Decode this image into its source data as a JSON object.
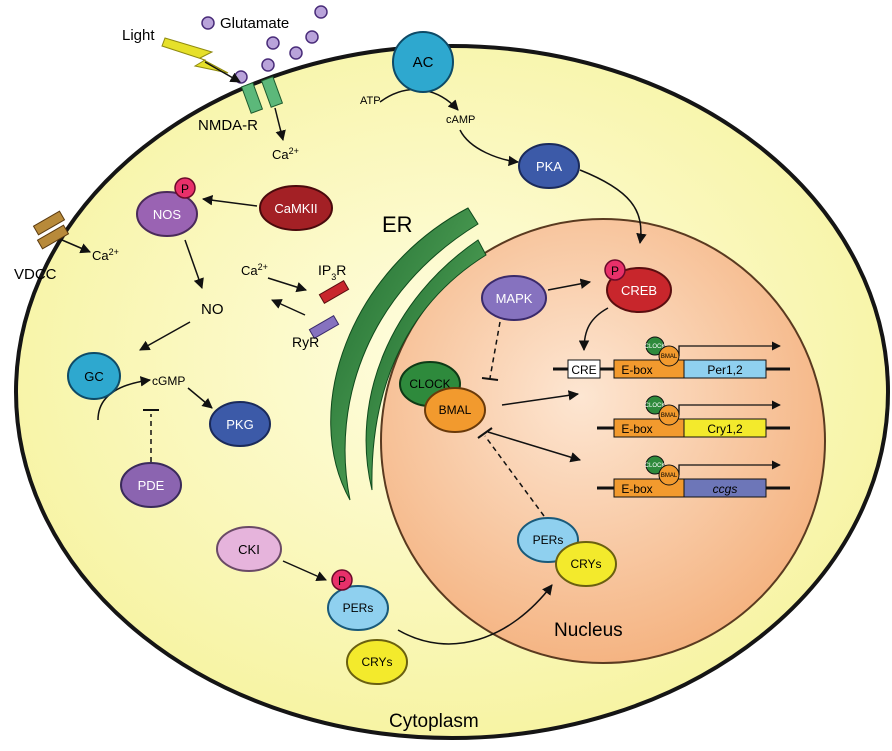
{
  "labels": {
    "light": "Light",
    "glutamate": "Glutamate",
    "nmdar": "NMDA-R",
    "ca_nmda": "Ca",
    "ca_vdcc": "Ca",
    "ca_er": "Ca",
    "ca_charge": "2+",
    "vdcc": "VDCC",
    "no": "NO",
    "cgmp": "cGMP",
    "atp": "ATP",
    "camp": "cAMP",
    "er": "ER",
    "ip3r_a": "IP",
    "ip3r_sub": "3",
    "ip3r_b": "R",
    "ryr": "RyR",
    "nucleus": "Nucleus",
    "cytoplasm": "Cytoplasm",
    "phospho": "P"
  },
  "nodes": {
    "ac": "AC",
    "pka": "PKA",
    "camkii": "CaMKII",
    "nos": "NOS",
    "gc": "GC",
    "pkg": "PKG",
    "pde": "PDE",
    "mapk": "MAPK",
    "creb": "CREB",
    "clock": "CLOCK",
    "bmal": "BMAL",
    "cki": "CKI",
    "pers_cyto": "PERs",
    "crys_cyto": "CRYs",
    "pers_nuc": "PERs",
    "crys_nuc": "CRYs"
  },
  "genes": {
    "cre": "CRE",
    "ebox": "E-box",
    "clock_small": "CLOCK",
    "bmal_small": "BMAL",
    "per": "Per1,2",
    "cry": "Cry1,2",
    "ccgs": "ccgs"
  },
  "colors": {
    "cell": "#fafab4",
    "nucleus": "#f8c89c",
    "er": "#1f6b2f",
    "ac": "#2ea8cf",
    "pka": "#3c5aa8",
    "camkii": "#a32025",
    "nos": "#9a63b3",
    "phospho": "#e8306a",
    "gc": "#2ea8cf",
    "pkg": "#3c5aa8",
    "pde": "#8b64b0",
    "mapk": "#8672bf",
    "creb": "#c8262c",
    "clock": "#2e8a3c",
    "bmal": "#f29a2e",
    "cki": "#e6b4dc",
    "pers": "#8fd0ef",
    "crys": "#f3ea2c",
    "per_gene": "#8fd0ef",
    "cry_gene": "#f3ea2c",
    "ccgs_gene": "#6d76b8"
  }
}
